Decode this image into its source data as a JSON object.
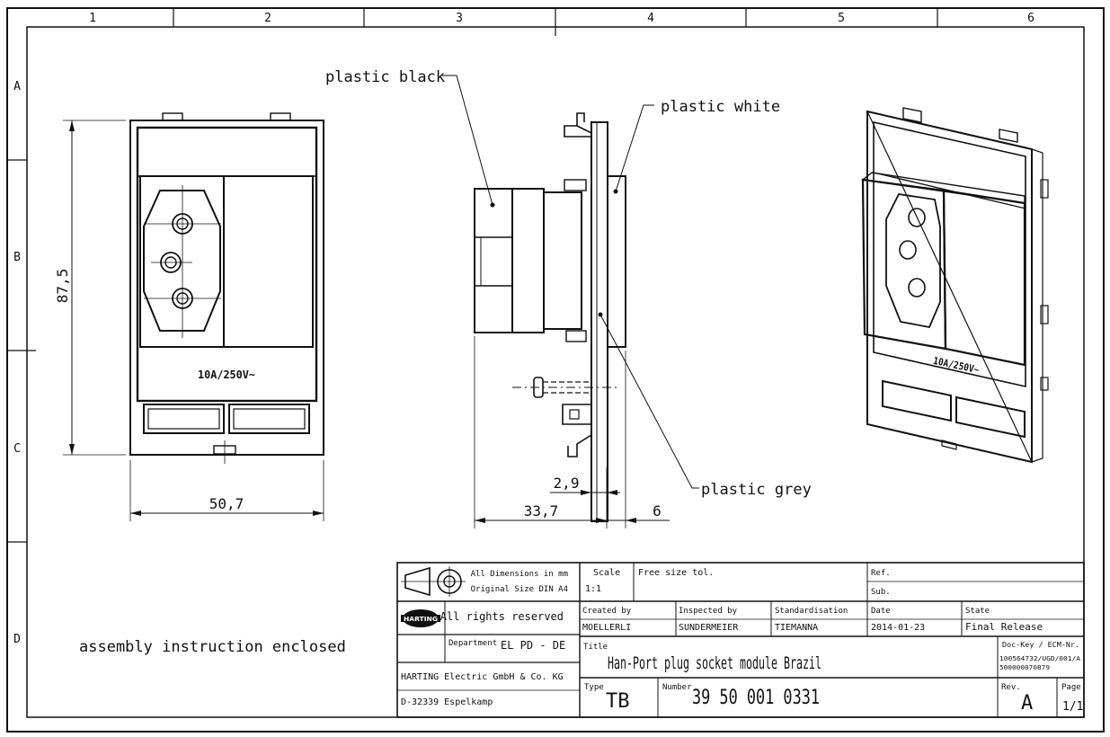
{
  "border": {
    "columns": [
      "1",
      "2",
      "3",
      "4",
      "5",
      "6"
    ],
    "rows": [
      "A",
      "B",
      "C",
      "D"
    ]
  },
  "front_view": {
    "dim_height": "87,5",
    "dim_width": "50,7",
    "rating": "10A/250V~"
  },
  "side_view": {
    "label_black": "plastic black",
    "label_white": "plastic white",
    "label_grey": "plastic grey",
    "dim_depth": "33,7",
    "dim_plate": "2,9",
    "dim_rear": "6"
  },
  "iso_view": {
    "rating": "10A/250V~"
  },
  "note": "assembly instruction enclosed",
  "title_block": {
    "dim_note_1": "All Dimensions in mm",
    "dim_note_2": "Original Size DIN A4",
    "scale_label": "Scale",
    "scale_value": "1:1",
    "tolerance": "Free size tol.",
    "ref_label": "Ref.",
    "sub_label": "Sub.",
    "rights": "All rights reserved",
    "logo_text": "HARTING",
    "department_label": "Department",
    "department_value": "EL PD - DE",
    "created_label": "Created by",
    "created_value": "MOELLERLI",
    "inspected_label": "Inspected by",
    "inspected_value": "SUNDERMEIER",
    "standard_label": "Standardisation",
    "standard_value": "TIEMANNA",
    "date_label": "Date",
    "date_value": "2014-01-23",
    "state_label": "State",
    "state_value": "Final Release",
    "title_label": "Title",
    "title_value": "Han-Port plug socket module Brazil",
    "dockey_label": "Doc-Key / ECM-Nr.",
    "dockey_line1": "100564732/UGD/001/A",
    "dockey_line2": "500000070879",
    "company": "HARTING Electric GmbH & Co. KG",
    "address": "D-32339 Espelkamp",
    "type_label": "Type",
    "type_value": "TB",
    "number_label": "Number",
    "number_value": "39 50 001 0331",
    "rev_label": "Rev.",
    "rev_value": "A",
    "page_label": "Page",
    "page_value": "1/1"
  }
}
